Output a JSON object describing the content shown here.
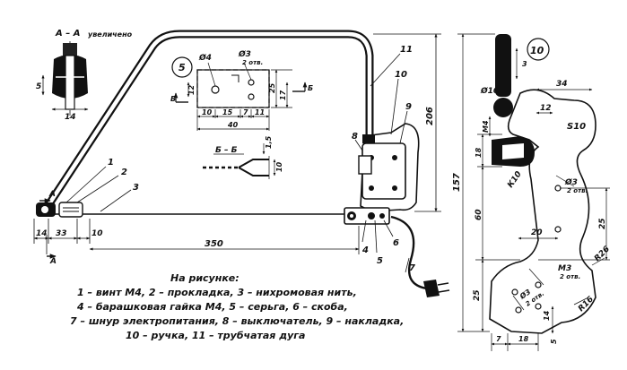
{
  "caption": {
    "title": "На рисунке:",
    "lines": [
      "1 – винт М4, 2 – прокладка, 3 – нихромовая нить,",
      "4 – барашковая гайка М4, 5 – серьга, 6 – скоба,",
      "7 – шнур электропитания, 8 – выключатель, 9 – накладка,",
      "10 – ручка, 11 – трубчатая дуга"
    ]
  },
  "section_aa": {
    "label": "А – А",
    "note": "увеличено",
    "d1": "14",
    "d2": "5"
  },
  "section_bb": {
    "label": "Б – Б",
    "d1": "10",
    "d2": "1,5"
  },
  "detail5": {
    "callout": "5",
    "hole1": "Ø4",
    "hole2": "Ø3",
    "hole2_note": "2 отв.",
    "d12": "12",
    "d10": "10",
    "d15": "15",
    "d7": "7",
    "d11": "11",
    "d40": "40",
    "d25": "25",
    "d17": "17",
    "b_left": "Б",
    "b_right": "Б"
  },
  "main": {
    "callouts": [
      "1",
      "2",
      "3",
      "4",
      "5",
      "6",
      "7",
      "8",
      "9",
      "10",
      "11"
    ],
    "d14": "14",
    "d33": "33",
    "d10": "10",
    "d350": "350",
    "d206": "206",
    "a_top": "А",
    "a_bottom": "А"
  },
  "detail10": {
    "callout": "10",
    "d3": "3",
    "hole10": "Ø10",
    "d34": "34",
    "d12": "12",
    "m4": "М4",
    "s10": "S10",
    "d157": "157",
    "d18": "18",
    "k10": "К10",
    "hole3": "Ø3",
    "hole3_note": "2 отв.",
    "d60": "60",
    "d25a": "25",
    "d20": "20",
    "m3": "М3",
    "m3_note": "2 отв.",
    "r26": "R26",
    "hole3b": "Ø3",
    "hole3b_note": "2 отв.",
    "d14": "14",
    "r16": "R16",
    "d25b": "25",
    "d7": "7",
    "d18b": "18",
    "d5": "5"
  }
}
